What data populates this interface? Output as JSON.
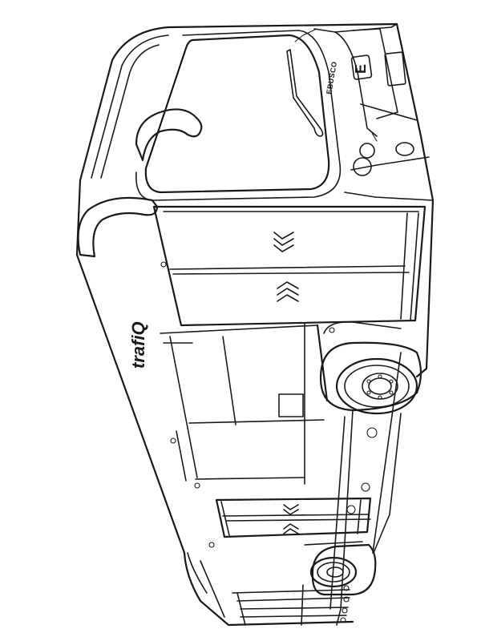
{
  "artwork": {
    "manufacturer_badge": "EBUSCO",
    "grille_emblem": "E",
    "operator_logo": "trafiQ"
  },
  "colors": {
    "background": "#ffffff",
    "line": "#1a1a1a"
  }
}
